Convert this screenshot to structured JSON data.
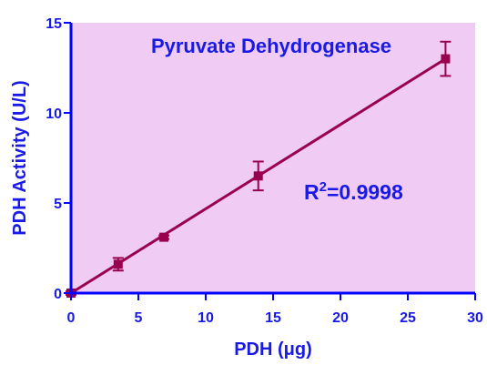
{
  "chart_data": {
    "type": "scatter",
    "title": "Pyruvate Dehydrogenase",
    "xlabel": "PDH (μg)",
    "ylabel": "PDH Activity (U/L)",
    "xlim": [
      0,
      30
    ],
    "ylim": [
      0,
      15
    ],
    "xticks": [
      "0",
      "5",
      "10",
      "15",
      "20",
      "25",
      "30"
    ],
    "yticks": [
      "0",
      "5",
      "10",
      "15"
    ],
    "grid": false,
    "annotation_prefix": "R",
    "annotation_superscript": "2",
    "annotation_value": "=0.9998",
    "points": [
      {
        "x": 0,
        "y": 0.0,
        "err": 0.1
      },
      {
        "x": 3.5,
        "y": 1.6,
        "err": 0.35
      },
      {
        "x": 6.9,
        "y": 3.1,
        "err": 0.1
      },
      {
        "x": 13.9,
        "y": 6.5,
        "err": 0.8
      },
      {
        "x": 27.8,
        "y": 13.0,
        "err": 0.95
      }
    ],
    "fit": {
      "x": [
        0,
        27.8
      ],
      "y": [
        0,
        13.0
      ]
    }
  },
  "colors": {
    "plot_bg": "#f0ccf4",
    "axis": "#0000ff",
    "text": "#1a1ae6",
    "series": "#99004d"
  }
}
